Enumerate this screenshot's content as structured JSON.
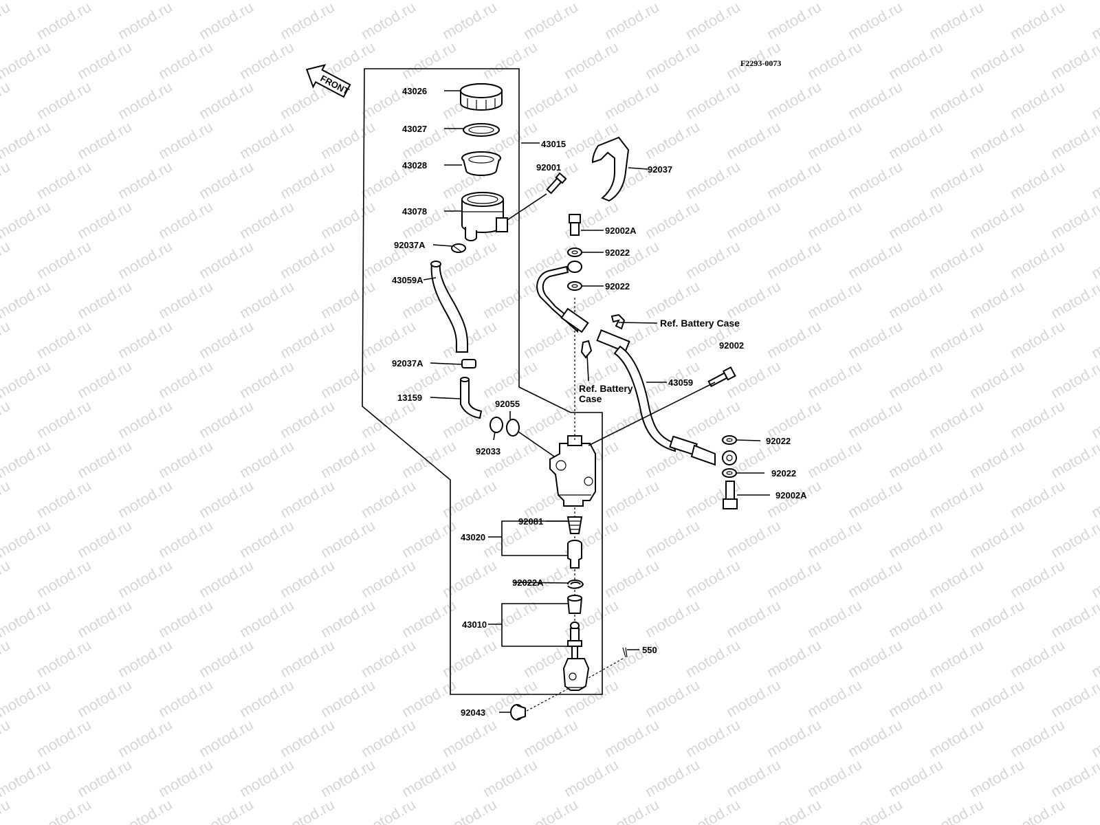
{
  "diagram_code": "F2293-0073",
  "front_label": "FRONT",
  "watermark": "motod.ru",
  "parts": {
    "p43026": "43026",
    "p43027": "43027",
    "p43028": "43028",
    "p43015": "43015",
    "p92001": "92001",
    "p43078": "43078",
    "p92037A_top": "92037A",
    "p43059A": "43059A",
    "p92037A_bottom": "92037A",
    "p13159": "13159",
    "p92055": "92055",
    "p92033": "92033",
    "p92037": "92037",
    "p92002A_top": "92002A",
    "p92022_1": "92022",
    "p92022_2": "92022",
    "p92002": "92002",
    "p43059": "43059",
    "p92022_3": "92022",
    "p92022_4": "92022",
    "p92002A_bottom": "92002A",
    "p43020": "43020",
    "p92081": "92081",
    "p92022A": "92022A",
    "p43010": "43010",
    "p550": "550",
    "p92043": "92043"
  },
  "refs": {
    "battery_case_1": "Ref. Battery Case",
    "battery_case_2_line1": "Ref. Battery",
    "battery_case_2_line2": "Case"
  }
}
